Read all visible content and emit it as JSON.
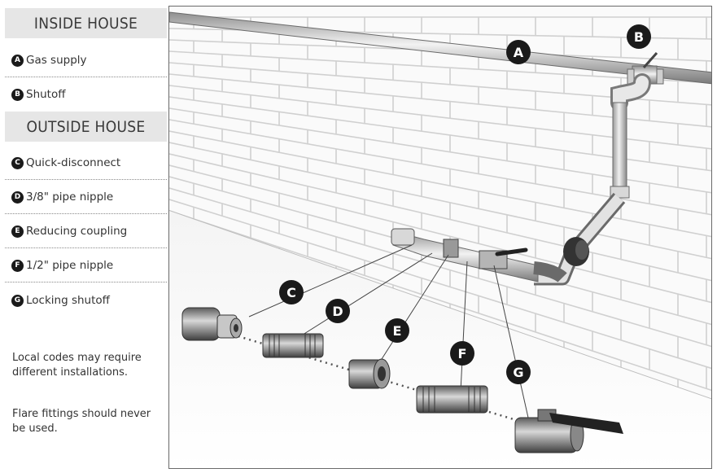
{
  "legend": {
    "inside_title": "INSIDE HOUSE",
    "outside_title": "OUTSIDE HOUSE",
    "items": [
      {
        "letter": "A",
        "label": "Gas supply"
      },
      {
        "letter": "B",
        "label": "Shutoff"
      },
      {
        "letter": "C",
        "label": "Quick-disconnect"
      },
      {
        "letter": "D",
        "label": "3/8\" pipe nipple"
      },
      {
        "letter": "E",
        "label": "Reducing coupling"
      },
      {
        "letter": "F",
        "label": "1/2\" pipe nipple"
      },
      {
        "letter": "G",
        "label": "Locking shutoff"
      }
    ],
    "notes": [
      "Local codes may require different installations.",
      "Flare fittings should never be used."
    ]
  },
  "callouts": [
    "A",
    "B",
    "C",
    "D",
    "E",
    "F",
    "G"
  ],
  "colors": {
    "badge": "#1a1a1a",
    "header_bg": "#e6e6e6",
    "wall_line": "#d2d2d2",
    "pipe": "#bdbdbd"
  }
}
